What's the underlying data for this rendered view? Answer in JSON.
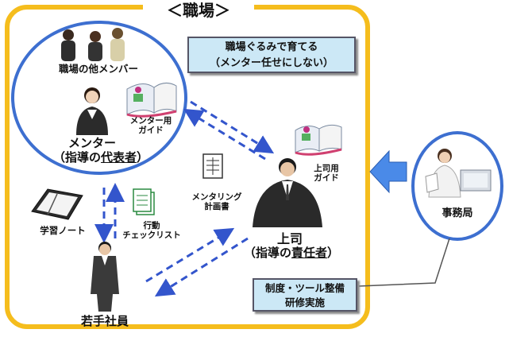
{
  "diagram": {
    "workplace_title": "＜職場＞",
    "other_members_label": "職場の他メンバー",
    "mentor_label": "メンター",
    "mentor_role_prefix": "（指導の",
    "mentor_role_emphasis": "代表者",
    "mentor_role_suffix": "）",
    "mentor_guide_label": [
      "メンター用",
      "ガイド"
    ],
    "boss_guide_label": [
      "上司用",
      "ガイド"
    ],
    "mentoring_plan_label": [
      "メンタリング",
      "計画書"
    ],
    "boss_label": "上司",
    "boss_role_prefix": "（指導の",
    "boss_role_emphasis": "責任者",
    "boss_role_suffix": "）",
    "study_note_label": "学習ノート",
    "action_checklist_label": [
      "行動",
      "チェックリスト"
    ],
    "young_employee_label": "若手社員",
    "office_label": "事務局",
    "callout_raise": [
      "職場ぐるみで育てる",
      "（メンター任せにしない）"
    ],
    "callout_system": [
      "制度・ツール整備",
      "研修実施"
    ],
    "colors": {
      "frame": "#f5bd1d",
      "circle": "#3d6fd0",
      "callout": "#cce8f6",
      "arrow": "#3355cc"
    }
  }
}
